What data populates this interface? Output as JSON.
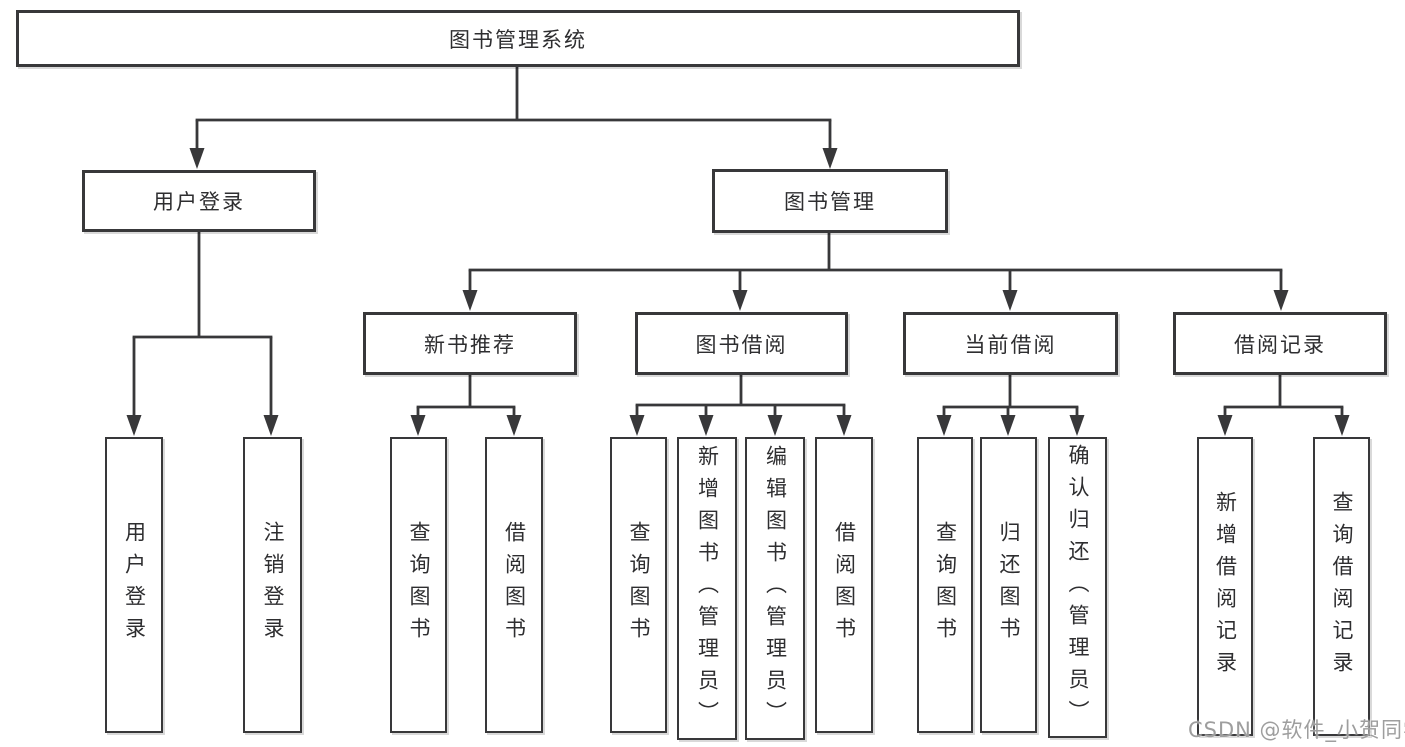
{
  "diagram": {
    "root": {
      "label": "图书管理系统"
    },
    "level2": [
      {
        "label": "用户登录"
      },
      {
        "label": "图书管理"
      }
    ],
    "level3": [
      {
        "label": "新书推荐",
        "parent": "图书管理"
      },
      {
        "label": "图书借阅",
        "parent": "图书管理"
      },
      {
        "label": "当前借阅",
        "parent": "图书管理"
      },
      {
        "label": "借阅记录",
        "parent": "图书管理"
      }
    ],
    "leaves": [
      {
        "label": "用户登录",
        "parent": "用户登录"
      },
      {
        "label": "注销登录",
        "parent": "用户登录"
      },
      {
        "label": "查询图书",
        "parent": "新书推荐"
      },
      {
        "label": "借阅图书",
        "parent": "新书推荐"
      },
      {
        "label": "查询图书",
        "parent": "图书借阅"
      },
      {
        "label": "新增图书（管理员）",
        "parent": "图书借阅"
      },
      {
        "label": "编辑图书（管理员）",
        "parent": "图书借阅"
      },
      {
        "label": "借阅图书",
        "parent": "图书借阅"
      },
      {
        "label": "查询图书",
        "parent": "当前借阅"
      },
      {
        "label": "归还图书",
        "parent": "当前借阅"
      },
      {
        "label": "确认归还（管理员）",
        "parent": "当前借阅"
      },
      {
        "label": "新增借阅记录",
        "parent": "借阅记录"
      },
      {
        "label": "查询借阅记录",
        "parent": "借阅记录"
      }
    ]
  },
  "watermark": {
    "text": "CSDN @软件_小贺同学"
  },
  "colors": {
    "line_color": "#38383a",
    "text_color": "#2e2e30",
    "watermark_color": "#9e9e9e",
    "bg_color": "#ffffff"
  }
}
